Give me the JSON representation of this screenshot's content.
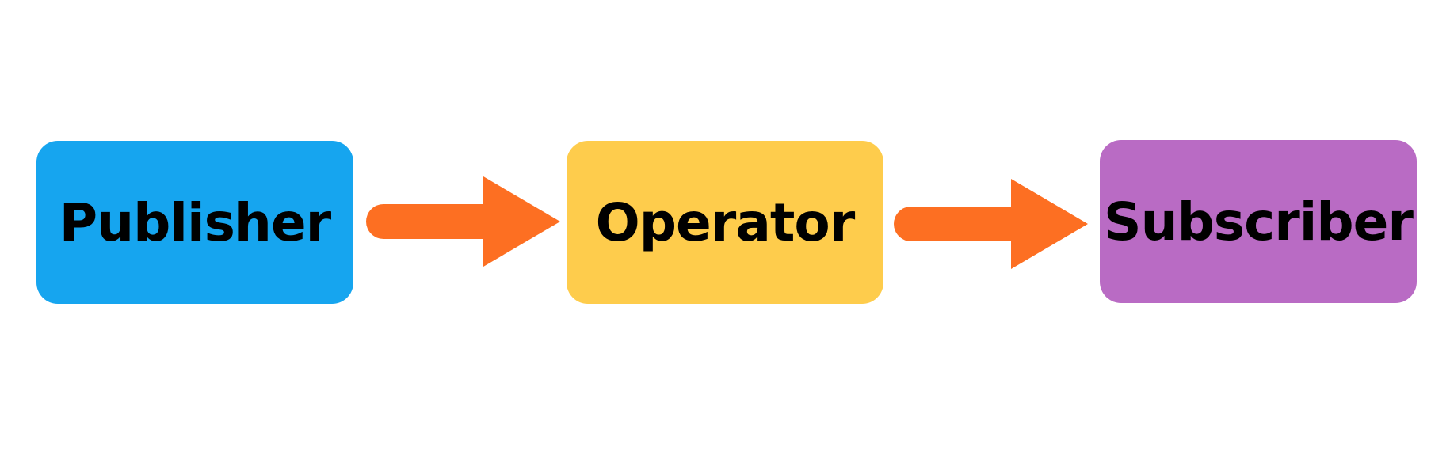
{
  "nodes": [
    {
      "label": "Publisher",
      "color": "#16A5EF"
    },
    {
      "label": "Operator",
      "color": "#FECC4C"
    },
    {
      "label": "Subscriber",
      "color": "#B96BC4"
    }
  ],
  "edges": [
    {
      "from": "Publisher",
      "to": "Operator",
      "color": "#FD6F22"
    },
    {
      "from": "Operator",
      "to": "Subscriber",
      "color": "#FD6F22"
    }
  ]
}
